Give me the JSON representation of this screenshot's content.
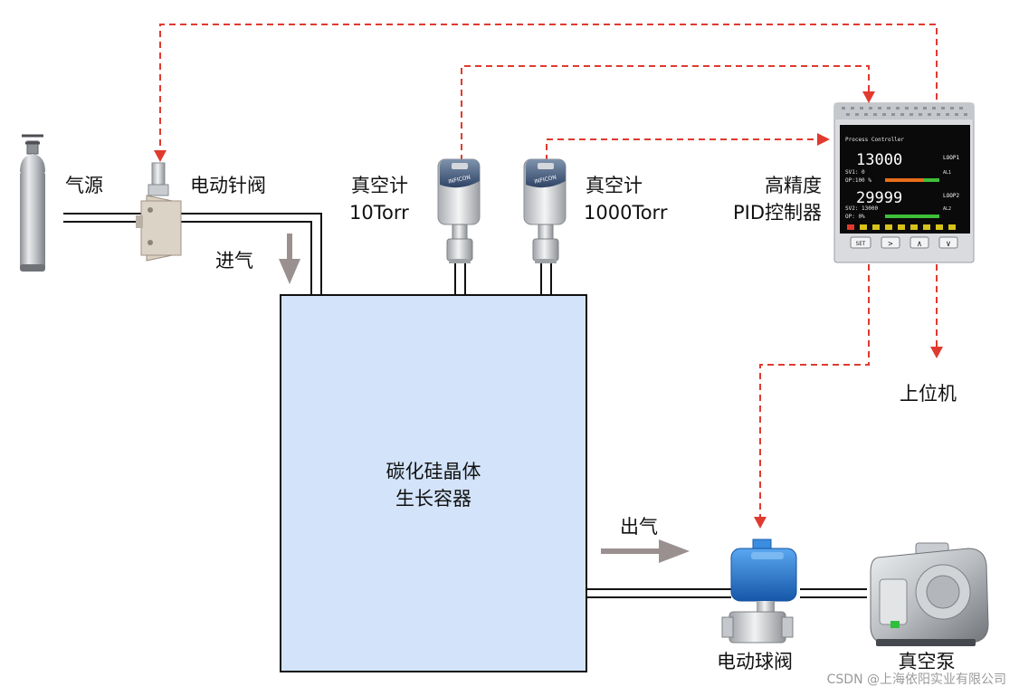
{
  "labels": {
    "gas_source": "气源",
    "needle_valve": "电动针阀",
    "gauge_10_line1": "真空计",
    "gauge_10_line2": "10Torr",
    "gauge_1000_line1": "真空计",
    "gauge_1000_line2": "1000Torr",
    "controller_line1": "高精度",
    "controller_line2": "PID控制器",
    "inlet": "进气",
    "host": "上位机",
    "chamber_line1": "碳化硅晶体",
    "chamber_line2": "生长容器",
    "outlet": "出气",
    "ball_valve": "电动球阀",
    "vacuum_pump": "真空泵"
  },
  "controller_display": {
    "header": "Process Controller",
    "pv1": "13000",
    "loop1": "LOOP1",
    "sv1": "SV1: 0",
    "al1": "AL1",
    "op1": "OP:100 %",
    "pv2": "29999",
    "loop2": "LOOP2",
    "sv2": "SV2: 13000",
    "al2": "AL2",
    "op2": "OP: 0%",
    "keys": [
      "SET",
      ">",
      "∧",
      "∨"
    ]
  },
  "gauge_brand": "INFICON",
  "watermark": "CSDN @上海依阳实业有限公司",
  "colors": {
    "signal_line": "#e03a2f",
    "chamber_fill": "#d3e3f9",
    "pipe": "#111111",
    "flow_arrow": "#9b9090",
    "valve_blue": "#1f78d1",
    "controller_screen": "#0a0a0a"
  },
  "icons": [
    "gas-cylinder-icon",
    "needle-valve-icon",
    "vacuum-gauge-icon",
    "pid-controller-icon",
    "ball-valve-icon",
    "vacuum-pump-icon"
  ]
}
